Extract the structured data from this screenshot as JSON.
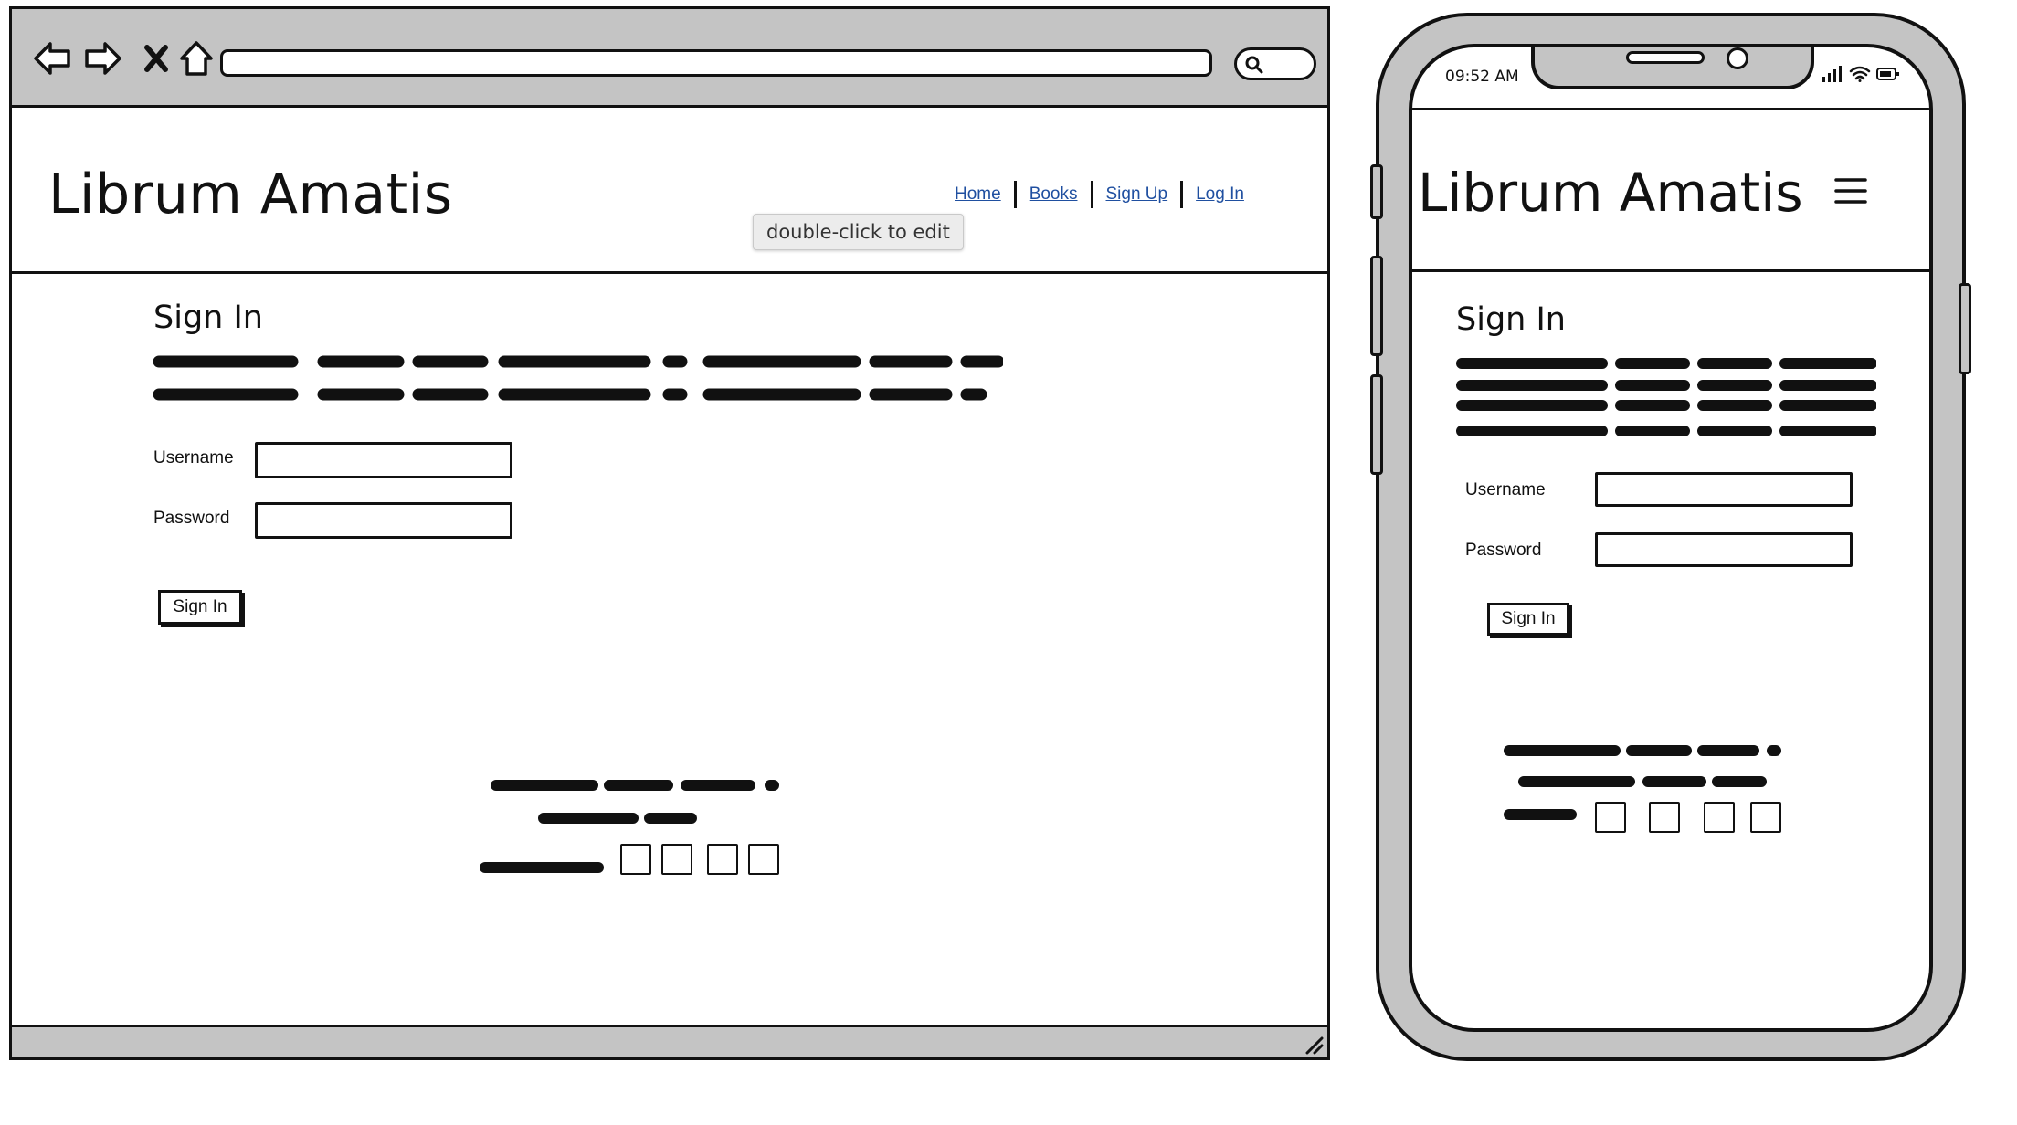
{
  "tooltip": "double-click to edit",
  "web": {
    "brand": "Librum Amatis",
    "nav": [
      {
        "label": "Home"
      },
      {
        "label": "Books"
      },
      {
        "label": "Sign Up"
      },
      {
        "label": "Log In"
      }
    ],
    "page_title": "Sign In",
    "username_label": "Username",
    "password_label": "Password",
    "username_value": "",
    "password_value": "",
    "signin_button": "Sign In"
  },
  "mobile": {
    "time": "09:52 AM",
    "brand": "Librum Amatis",
    "page_title": "Sign In",
    "username_label": "Username",
    "password_label": "Password",
    "username_value": "",
    "password_value": "",
    "signin_button": "Sign In"
  },
  "icons": {
    "back": "arrow-left-icon",
    "forward": "arrow-right-icon",
    "close": "close-icon",
    "home": "home-icon",
    "search": "search-icon",
    "menu": "hamburger-menu-icon",
    "signal": "signal-icon",
    "wifi": "wifi-icon",
    "battery": "battery-icon"
  },
  "colors": {
    "chrome_gray": "#c4c4c4",
    "link_blue": "#1f4fa0",
    "ink": "#111111"
  }
}
